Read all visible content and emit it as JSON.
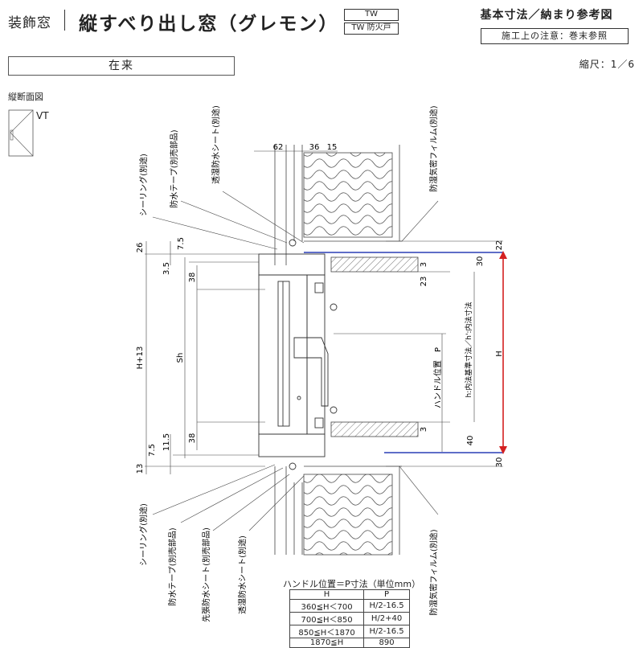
{
  "header": {
    "category": "装飾窓",
    "title": "縦すべり出し窓（グレモン）",
    "tag1": "TW",
    "tag2": "TW 防火戸",
    "ref_title": "基本寸法／納まり参考図",
    "ref_note": "施工上の注意：巻末参照"
  },
  "section_bar": "在来",
  "scale": "縮尺：1／6",
  "section_label": "縦断面図",
  "view_label": "VT",
  "callouts": {
    "sealing_top": "シーリング(別途)",
    "waterproof_tape_top": "防水テープ(別売部品)",
    "breathable_sheet_top": "透湿防水シート(別途)",
    "vapor_film_top": "防湿気密フィルム(別途)",
    "sealing_bottom": "シーリング(別途)",
    "waterproof_tape_bottom": "防水テープ(別売部品)",
    "pre_sheet_bottom": "先張防水シート(別売部品)",
    "breathable_sheet_bottom": "透湿防水シート(別途)",
    "vapor_film_bottom": "防湿気密フィルム(別途)"
  },
  "dimensions": {
    "d62": "62",
    "d36": "36",
    "d15": "15",
    "d26": "26",
    "d7_5_top": "7.5",
    "d3_5": "3.5",
    "d38_top": "38",
    "h13": "H+13",
    "sh": "Sh",
    "d7_5_bot": "7.5",
    "d11_5": "11.5",
    "d38_bot": "38",
    "d13": "13",
    "d22": "22",
    "d30_top": "30",
    "d23": "23",
    "d3": "3",
    "d40": "40",
    "d30_bot": "30",
    "d3_bot": "3",
    "handle": "ハンドル位置　P",
    "inner_h": "h:内法基準寸法／h':内法寸法",
    "h": "H"
  },
  "table": {
    "title": "ハンドル位置＝P寸法（単位mm）",
    "headers": [
      "H",
      "P"
    ],
    "rows": [
      [
        "360≦H＜700",
        "H/2-16.5"
      ],
      [
        "700≦H＜850",
        "H/2+40"
      ],
      [
        "850≦H＜1870",
        "H/2-16.5"
      ],
      [
        "1870≦H",
        "890"
      ]
    ]
  }
}
